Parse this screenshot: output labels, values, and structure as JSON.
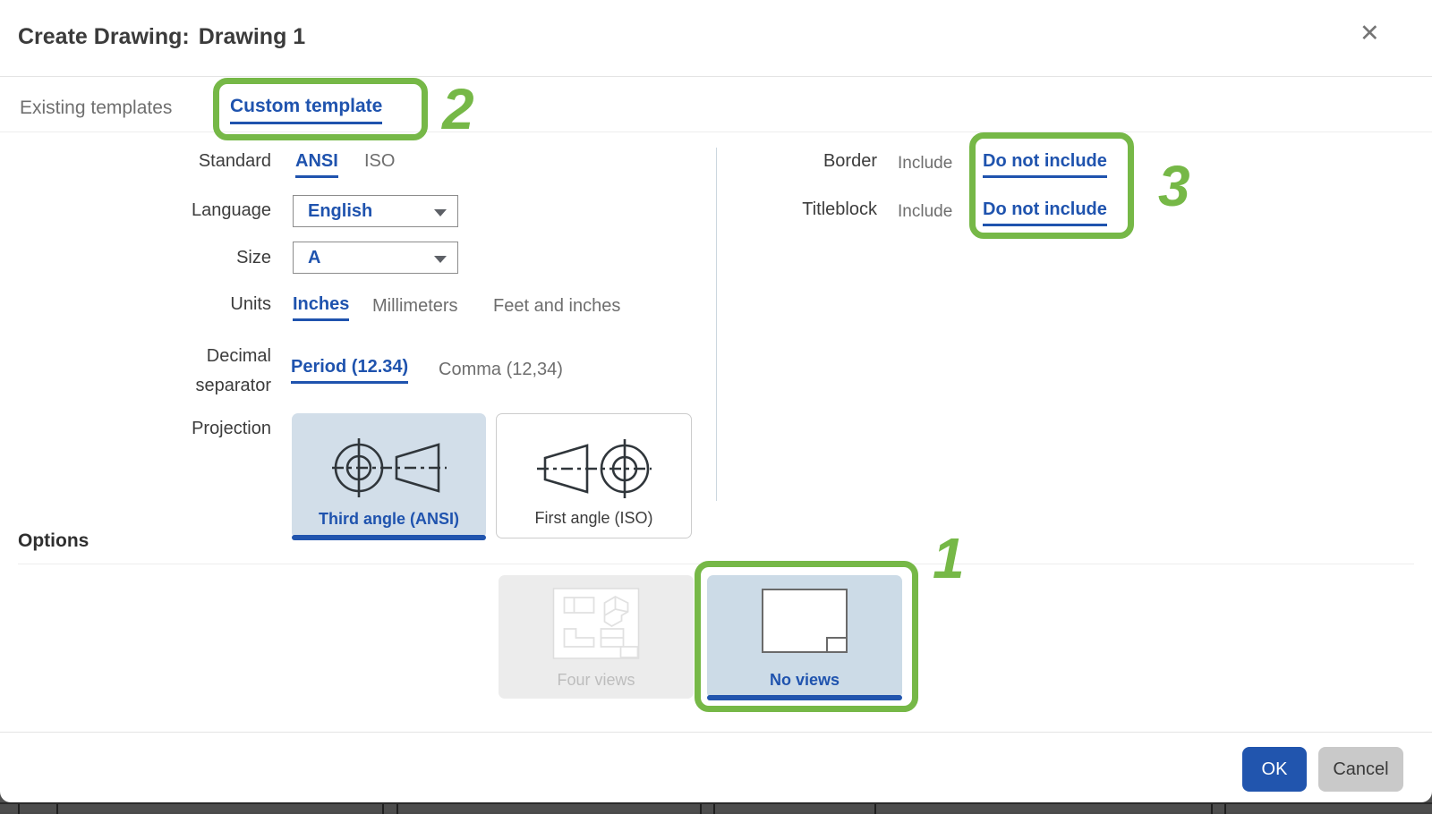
{
  "dialog": {
    "title_prefix": "Create Drawing:",
    "title_name": "Drawing 1",
    "close_icon": "✕"
  },
  "tabs": {
    "existing": "Existing templates",
    "custom": "Custom template",
    "active": "Custom template"
  },
  "form": {
    "standard": {
      "label": "Standard",
      "options": [
        "ANSI",
        "ISO"
      ],
      "selected": "ANSI"
    },
    "language": {
      "label": "Language",
      "value": "English"
    },
    "size": {
      "label": "Size",
      "value": "A"
    },
    "units": {
      "label": "Units",
      "options": [
        "Inches",
        "Millimeters",
        "Feet and inches"
      ],
      "selected": "Inches"
    },
    "decimal": {
      "label_line1": "Decimal",
      "label_line2": "separator",
      "options": [
        "Period (12.34)",
        "Comma (12,34)"
      ],
      "selected": "Period (12.34)"
    },
    "projection": {
      "label": "Projection",
      "options": [
        "Third angle (ANSI)",
        "First angle (ISO)"
      ],
      "selected": "Third angle (ANSI)"
    }
  },
  "sheet": {
    "border": {
      "label": "Border",
      "options": [
        "Include",
        "Do not include"
      ],
      "selected": "Do not include"
    },
    "titleblock": {
      "label": "Titleblock",
      "options": [
        "Include",
        "Do not include"
      ],
      "selected": "Do not include"
    }
  },
  "options_section": {
    "heading": "Options",
    "views": [
      {
        "label": "Four views",
        "state": "disabled"
      },
      {
        "label": "No views",
        "state": "selected"
      }
    ]
  },
  "footer": {
    "ok": "OK",
    "cancel": "Cancel"
  },
  "annotations": {
    "step1": "1",
    "step2": "2",
    "step3": "3"
  },
  "colors": {
    "accent_blue": "#1f53ae",
    "selected_card_bg": "#d2dee9",
    "annotation_green": "#76b847",
    "disabled_bg": "#ececec",
    "ok_button": "#2155ae",
    "cancel_button": "#c9c9c9"
  }
}
